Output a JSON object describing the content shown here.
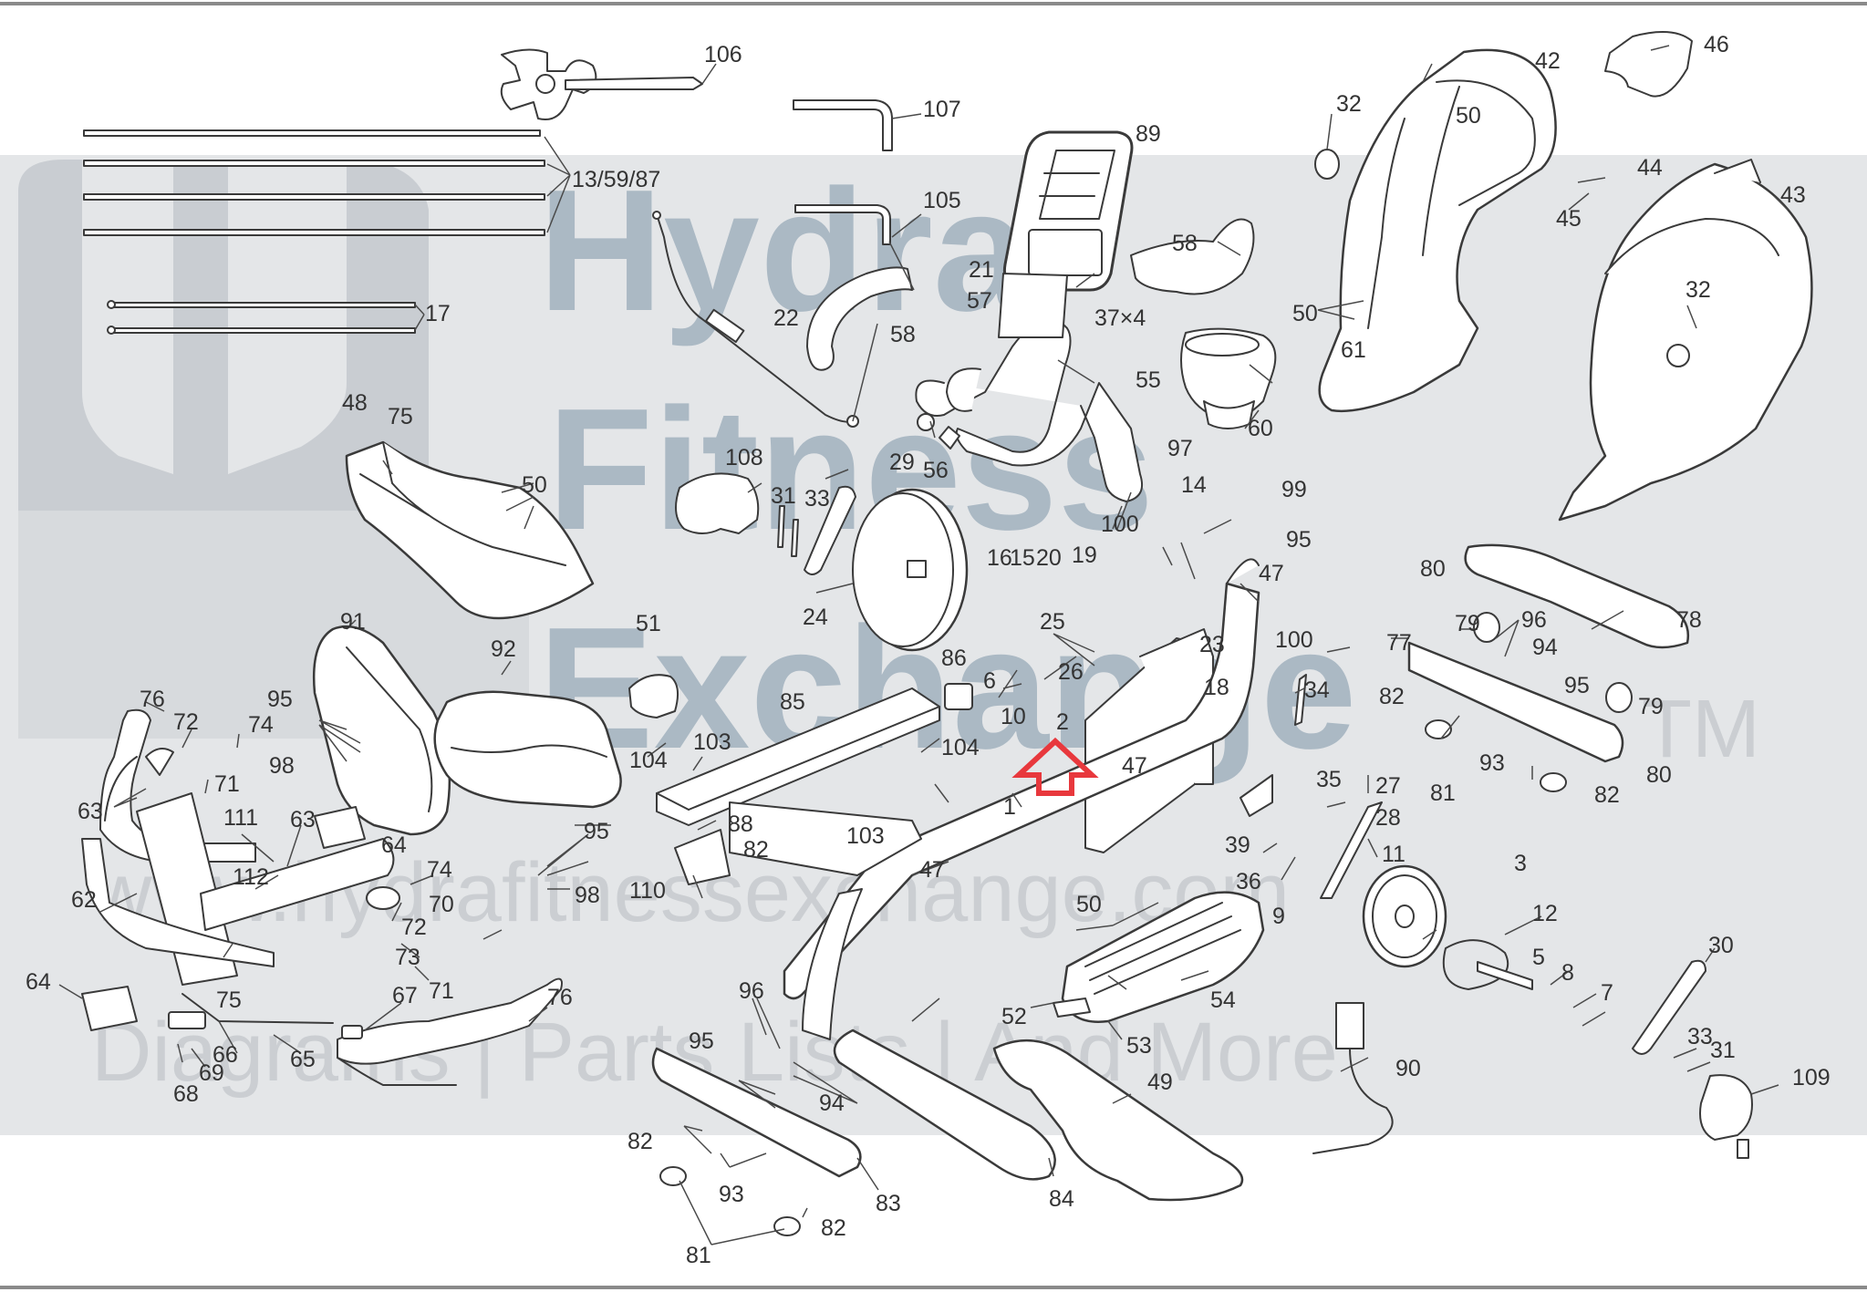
{
  "watermark": {
    "line1": "Hydra",
    "line2": "Fitness",
    "line3": "Exchange",
    "trademark": "TM",
    "url": "www.hydrafitnessexchange.com",
    "tagline": "Diagrams | Parts Lists | And More",
    "colors": {
      "band": "#e4e6e8",
      "text": "#7d95a8"
    }
  },
  "highlight": {
    "icon": "up-arrow-outline-icon",
    "color": "#e8383d"
  },
  "part_labels": [
    {
      "id": "l106",
      "text": "106"
    },
    {
      "id": "l107",
      "text": "107"
    },
    {
      "id": "l89",
      "text": "89"
    },
    {
      "id": "l32a",
      "text": "32"
    },
    {
      "id": "l42",
      "text": "42"
    },
    {
      "id": "l46",
      "text": "46"
    },
    {
      "id": "l50a",
      "text": "50"
    },
    {
      "id": "l13",
      "text": "13/59/87"
    },
    {
      "id": "l105",
      "text": "105"
    },
    {
      "id": "l44",
      "text": "44"
    },
    {
      "id": "l45",
      "text": "45"
    },
    {
      "id": "l43",
      "text": "43"
    },
    {
      "id": "l21",
      "text": "21"
    },
    {
      "id": "l57",
      "text": "57"
    },
    {
      "id": "l37",
      "text": "37×4"
    },
    {
      "id": "l58a",
      "text": "58"
    },
    {
      "id": "l58b",
      "text": "58"
    },
    {
      "id": "l32b",
      "text": "32"
    },
    {
      "id": "l17",
      "text": "17"
    },
    {
      "id": "l22",
      "text": "22"
    },
    {
      "id": "l50b",
      "text": "50"
    },
    {
      "id": "l61",
      "text": "61"
    },
    {
      "id": "l55",
      "text": "55"
    },
    {
      "id": "l60",
      "text": "60"
    },
    {
      "id": "l48",
      "text": "48"
    },
    {
      "id": "l75a",
      "text": "75"
    },
    {
      "id": "l108",
      "text": "108"
    },
    {
      "id": "l29",
      "text": "29"
    },
    {
      "id": "l56",
      "text": "56"
    },
    {
      "id": "l97",
      "text": "97"
    },
    {
      "id": "l50c",
      "text": "50"
    },
    {
      "id": "l31a",
      "text": "31"
    },
    {
      "id": "l33a",
      "text": "33"
    },
    {
      "id": "l14",
      "text": "14"
    },
    {
      "id": "l99",
      "text": "99"
    },
    {
      "id": "l100a",
      "text": "100"
    },
    {
      "id": "l95a",
      "text": "95"
    },
    {
      "id": "l16",
      "text": "16"
    },
    {
      "id": "l15",
      "text": "15"
    },
    {
      "id": "l20",
      "text": "20"
    },
    {
      "id": "l19",
      "text": "19"
    },
    {
      "id": "l47a",
      "text": "47"
    },
    {
      "id": "l24",
      "text": "24"
    },
    {
      "id": "l80a",
      "text": "80"
    },
    {
      "id": "l91",
      "text": "91"
    },
    {
      "id": "l25",
      "text": "25"
    },
    {
      "id": "l79a",
      "text": "79"
    },
    {
      "id": "l96a",
      "text": "96"
    },
    {
      "id": "l78",
      "text": "78"
    },
    {
      "id": "l51",
      "text": "51"
    },
    {
      "id": "l23",
      "text": "23"
    },
    {
      "id": "l100b",
      "text": "100"
    },
    {
      "id": "l77",
      "text": "77"
    },
    {
      "id": "l94a",
      "text": "94"
    },
    {
      "id": "l92",
      "text": "92"
    },
    {
      "id": "l86",
      "text": "86"
    },
    {
      "id": "l26",
      "text": "26"
    },
    {
      "id": "l6",
      "text": "6"
    },
    {
      "id": "l18",
      "text": "18"
    },
    {
      "id": "l95b",
      "text": "95"
    },
    {
      "id": "l76a",
      "text": "76"
    },
    {
      "id": "l95c",
      "text": "95"
    },
    {
      "id": "l85",
      "text": "85"
    },
    {
      "id": "l34",
      "text": "34"
    },
    {
      "id": "l82a",
      "text": "82"
    },
    {
      "id": "l79b",
      "text": "79"
    },
    {
      "id": "l72a",
      "text": "72"
    },
    {
      "id": "l74a",
      "text": "74"
    },
    {
      "id": "l10",
      "text": "10"
    },
    {
      "id": "l2",
      "text": "2"
    },
    {
      "id": "l98a",
      "text": "98"
    },
    {
      "id": "l104a",
      "text": "104"
    },
    {
      "id": "l103a",
      "text": "103"
    },
    {
      "id": "l104b",
      "text": "104"
    },
    {
      "id": "l93a",
      "text": "93"
    },
    {
      "id": "l80b",
      "text": "80"
    },
    {
      "id": "l47b",
      "text": "47"
    },
    {
      "id": "l71a",
      "text": "71"
    },
    {
      "id": "l63a",
      "text": "63"
    },
    {
      "id": "l81a",
      "text": "81"
    },
    {
      "id": "l82b",
      "text": "82"
    },
    {
      "id": "l35",
      "text": "35"
    },
    {
      "id": "l27",
      "text": "27"
    },
    {
      "id": "l111",
      "text": "111"
    },
    {
      "id": "l63b",
      "text": "63"
    },
    {
      "id": "l88",
      "text": "88"
    },
    {
      "id": "l1",
      "text": "1"
    },
    {
      "id": "l95d",
      "text": "95"
    },
    {
      "id": "l28",
      "text": "28"
    },
    {
      "id": "l103b",
      "text": "103"
    },
    {
      "id": "l82c",
      "text": "82"
    },
    {
      "id": "l39",
      "text": "39"
    },
    {
      "id": "l64a",
      "text": "64"
    },
    {
      "id": "l112",
      "text": "112"
    },
    {
      "id": "l74b",
      "text": "74"
    },
    {
      "id": "l11",
      "text": "11"
    },
    {
      "id": "l62",
      "text": "62"
    },
    {
      "id": "l70",
      "text": "70"
    },
    {
      "id": "l110",
      "text": "110"
    },
    {
      "id": "l98b",
      "text": "98"
    },
    {
      "id": "l47c",
      "text": "47"
    },
    {
      "id": "l36",
      "text": "36"
    },
    {
      "id": "l3",
      "text": "3"
    },
    {
      "id": "l72b",
      "text": "72"
    },
    {
      "id": "l9",
      "text": "9"
    },
    {
      "id": "l50d",
      "text": "50"
    },
    {
      "id": "l12",
      "text": "12"
    },
    {
      "id": "l73",
      "text": "73"
    },
    {
      "id": "l30",
      "text": "30"
    },
    {
      "id": "l75b",
      "text": "75"
    },
    {
      "id": "l71b",
      "text": "71"
    },
    {
      "id": "l5",
      "text": "5"
    },
    {
      "id": "l8",
      "text": "8"
    },
    {
      "id": "l64b",
      "text": "64"
    },
    {
      "id": "l67",
      "text": "67"
    },
    {
      "id": "l76b",
      "text": "76"
    },
    {
      "id": "l7",
      "text": "7"
    },
    {
      "id": "l54",
      "text": "54"
    },
    {
      "id": "l96b",
      "text": "96"
    },
    {
      "id": "l52",
      "text": "52"
    },
    {
      "id": "l66",
      "text": "66"
    },
    {
      "id": "l65",
      "text": "65"
    },
    {
      "id": "l53",
      "text": "53"
    },
    {
      "id": "l33b",
      "text": "33"
    },
    {
      "id": "l31b",
      "text": "31"
    },
    {
      "id": "l69",
      "text": "69"
    },
    {
      "id": "l95e",
      "text": "95"
    },
    {
      "id": "l90",
      "text": "90"
    },
    {
      "id": "l68",
      "text": "68"
    },
    {
      "id": "l94b",
      "text": "94"
    },
    {
      "id": "l49",
      "text": "49"
    },
    {
      "id": "l109",
      "text": "109"
    },
    {
      "id": "l82d",
      "text": "82"
    },
    {
      "id": "l93b",
      "text": "93"
    },
    {
      "id": "l83",
      "text": "83"
    },
    {
      "id": "l84",
      "text": "84"
    },
    {
      "id": "l82e",
      "text": "82"
    },
    {
      "id": "l81b",
      "text": "81"
    }
  ]
}
